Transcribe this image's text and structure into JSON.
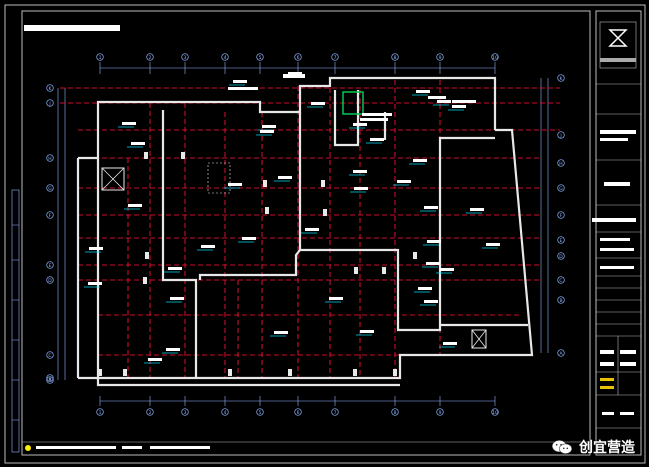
{
  "watermark": {
    "text": "创宜营造",
    "icon": "wechat-icon"
  },
  "grid": {
    "top_labels": [
      "1",
      "2",
      "3",
      "4",
      "5",
      "6",
      "7",
      "8",
      "9",
      "10"
    ],
    "left_labels": [
      "K",
      "J",
      "H",
      "G",
      "F",
      "E",
      "D",
      "C",
      "B",
      "A"
    ],
    "right_labels": [
      "K",
      "J",
      "H",
      "G",
      "F",
      "E",
      "D",
      "C",
      "B",
      "A"
    ]
  },
  "colors": {
    "background": "#000000",
    "wall": "#e8e8e8",
    "beam": "#c8102e",
    "dim": "#8fb6ff",
    "text": "#ffffff",
    "cyan": "#00e5ff",
    "green": "#00c853"
  }
}
